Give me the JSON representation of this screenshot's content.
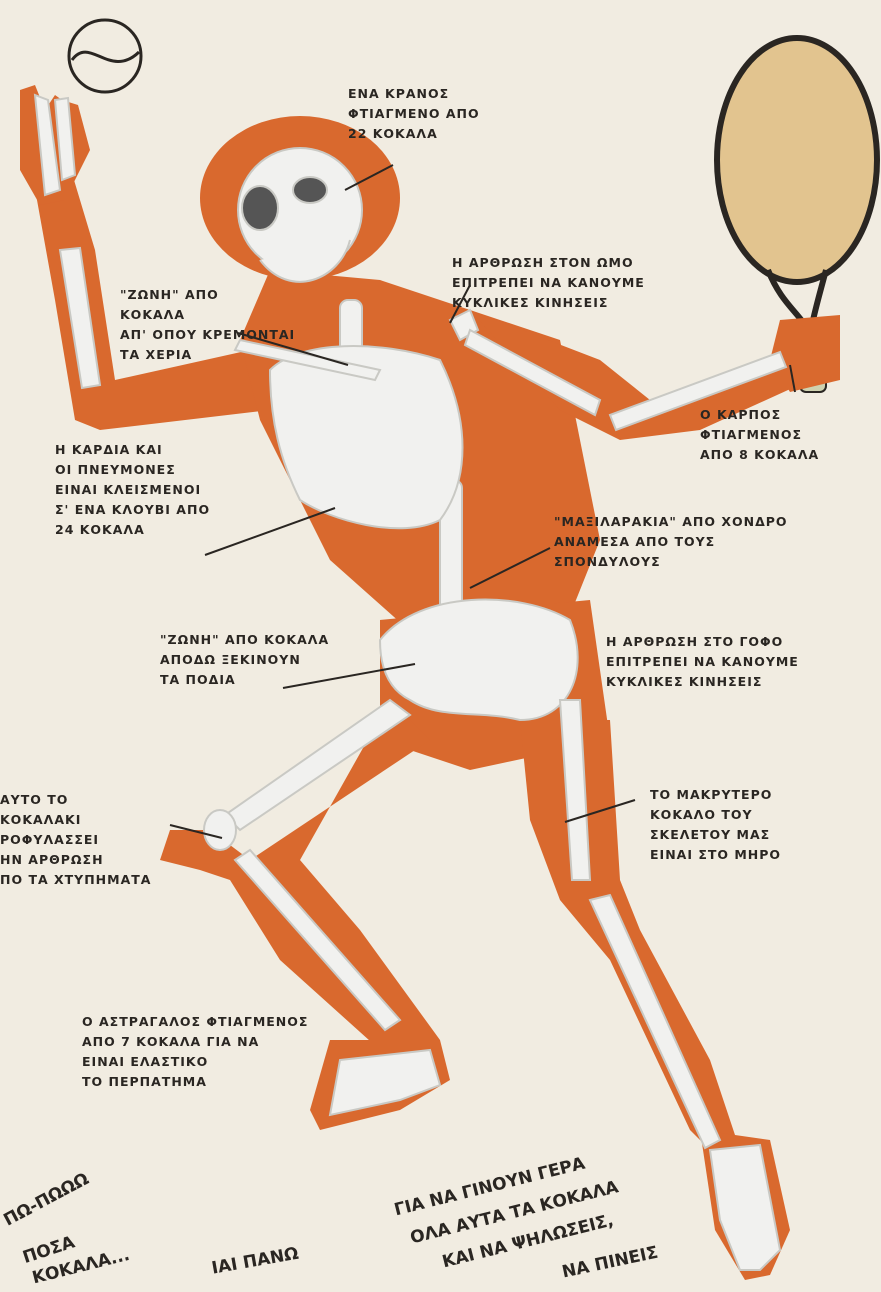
{
  "colors": {
    "background": "#f1ece1",
    "body": "#d9692e",
    "bone": "#f1f1ef",
    "bone_shadow": "#c9c9c4",
    "ink": "#2a2622",
    "racket_face": "#e2c48f",
    "racket_handle": "#cfd2b0"
  },
  "icons": {
    "tennis_ball": "tennis-ball-icon",
    "racket": "racket-icon"
  },
  "labels": {
    "skull": "ΕΝΑ ΚΡΑΝΟΣ\nΦΤΙΑΓΜΕΝΟ ΑΠΟ\n22 ΚΟΚΑΛΑ",
    "shoulder_joint": "Η ΑΡΘΡΩΣΗ ΣΤΟΝ ΩΜΟ\nΕΠΙΤΡΕΠΕΙ ΝΑ ΚΑΝΟΥΜΕ\nΚΥΚΛΙΚΕΣ ΚΙΝΗΣΕΙΣ",
    "shoulder_girdle": "\"ΖΩΝΗ\" ΑΠΟ\nΚΟΚΑΛΑ\nΑΠ' ΟΠΟΥ ΚΡΕΜΟΝΤΑΙ\nΤΑ ΧΕΡΙΑ",
    "wrist": "Ο ΚΑΡΠΟΣ\nΦΤΙΑΓΜΕΝΟΣ\nΑΠΟ 8 ΚΟΚΑΛΑ",
    "ribcage": "Η ΚΑΡΔΙΑ ΚΑΙ\nΟΙ ΠΝΕΥΜΟΝΕΣ\nΕΙΝΑΙ ΚΛΕΙΣΜΕΝΟΙ\nΣ' ΕΝΑ ΚΛΟΥΒΙ ΑΠΟ\n24 ΚΟΚΑΛΑ",
    "discs": "\"ΜΑΞΙΛΑΡΑΚΙΑ\" ΑΠΟ ΧΟΝΔΡΟ\nΑΝΑΜΕΣΑ ΑΠΟ ΤΟΥΣ\nΣΠΟΝΔΥΛΟΥΣ",
    "pelvis": "\"ΖΩΝΗ\" ΑΠΟ ΚΟΚΑΛΑ\nΑΠΟΔΩ ΞΕΚΙΝΟΥΝ\nΤΑ ΠΟΔΙΑ",
    "hip_joint": "Η ΑΡΘΡΩΣΗ ΣΤΟ ΓΟΦΟ\nΕΠΙΤΡΕΠΕΙ ΝΑ ΚΑΝΟΥΜΕ\nΚΥΚΛΙΚΕΣ ΚΙΝΗΣΕΙΣ",
    "kneecap": "ΑΥΤΟ ΤΟ\nΚΟΚΑΛΑΚΙ\nΡΟΦΥΛΑΣΣΕΙ\nΗΝ ΑΡΘΡΩΣΗ\nΠΟ ΤΑ ΧΤΥΠΗΜΑΤΑ",
    "femur": "ΤΟ ΜΑΚΡΥΤΕΡΟ\nΚΟΚΑΛΟ ΤΟΥ\nΣΚΕΛΕΤΟΥ ΜΑΣ\nΕΙΝΑΙ ΣΤΟ ΜΗΡΟ",
    "ankle": "Ο ΑΣΤΡΑΓΑΛΟΣ ΦΤΙΑΓΜΕΝΟΣ\nΑΠΟ 7 ΚΟΚΑΛΑ ΓΙΑ ΝΑ\nΕΙΝΑΙ ΕΛΑΣΤΙΚΟ\nΤΟ ΠΕΡΠΑΤΗΜΑ"
  },
  "speech": {
    "left_1": "ΠΩ-ΠΩΩΩ",
    "left_2": "ΠΟΣΑ",
    "left_3": "ΚΟΚΑΛΑ...",
    "left_4": "ΙΑΙ ΠΑΝΩ",
    "right_1": "ΓΙΑ ΝΑ ΓΙΝΟΥΝ ΓΕΡΑ",
    "right_2": "ΟΛΑ ΑΥΤΑ ΤΑ ΚΟΚΑΛΑ",
    "right_3": "ΚΑΙ ΝΑ ΨΗΛΩΣΕΙΣ,",
    "right_4": "ΝΑ ΠΙΝΕΙΣ"
  }
}
